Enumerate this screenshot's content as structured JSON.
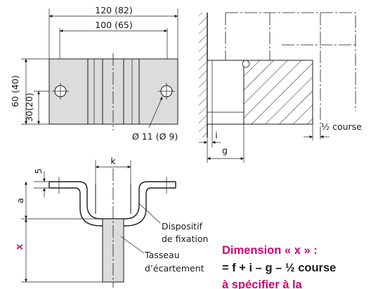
{
  "dimensions": {
    "overall_width": "120 (82)",
    "hole_spacing": "100 (65)",
    "height_total": "60 (40)",
    "height_half": "30(20)",
    "hole_diameter": "Ø 11 (Ø 9)",
    "half_stroke": "½ course",
    "dim_i": "i",
    "dim_g": "g",
    "dim_k": "k",
    "dim_5": "5",
    "dim_a": "a",
    "dim_x": "x"
  },
  "labels": {
    "fixing_device_line1": "Dispositif",
    "fixing_device_line2": "de fixation",
    "spacer_line1": "Tasseau",
    "spacer_line2": "d’écartement"
  },
  "note": {
    "title": "Dimension « x » :",
    "formula": "= f + i – g – ½ course",
    "footer": "à spécifier à la"
  },
  "colors": {
    "accent": "#d6006f",
    "panel_gray": "#dcdcdc",
    "line": "#1a1a1a"
  }
}
